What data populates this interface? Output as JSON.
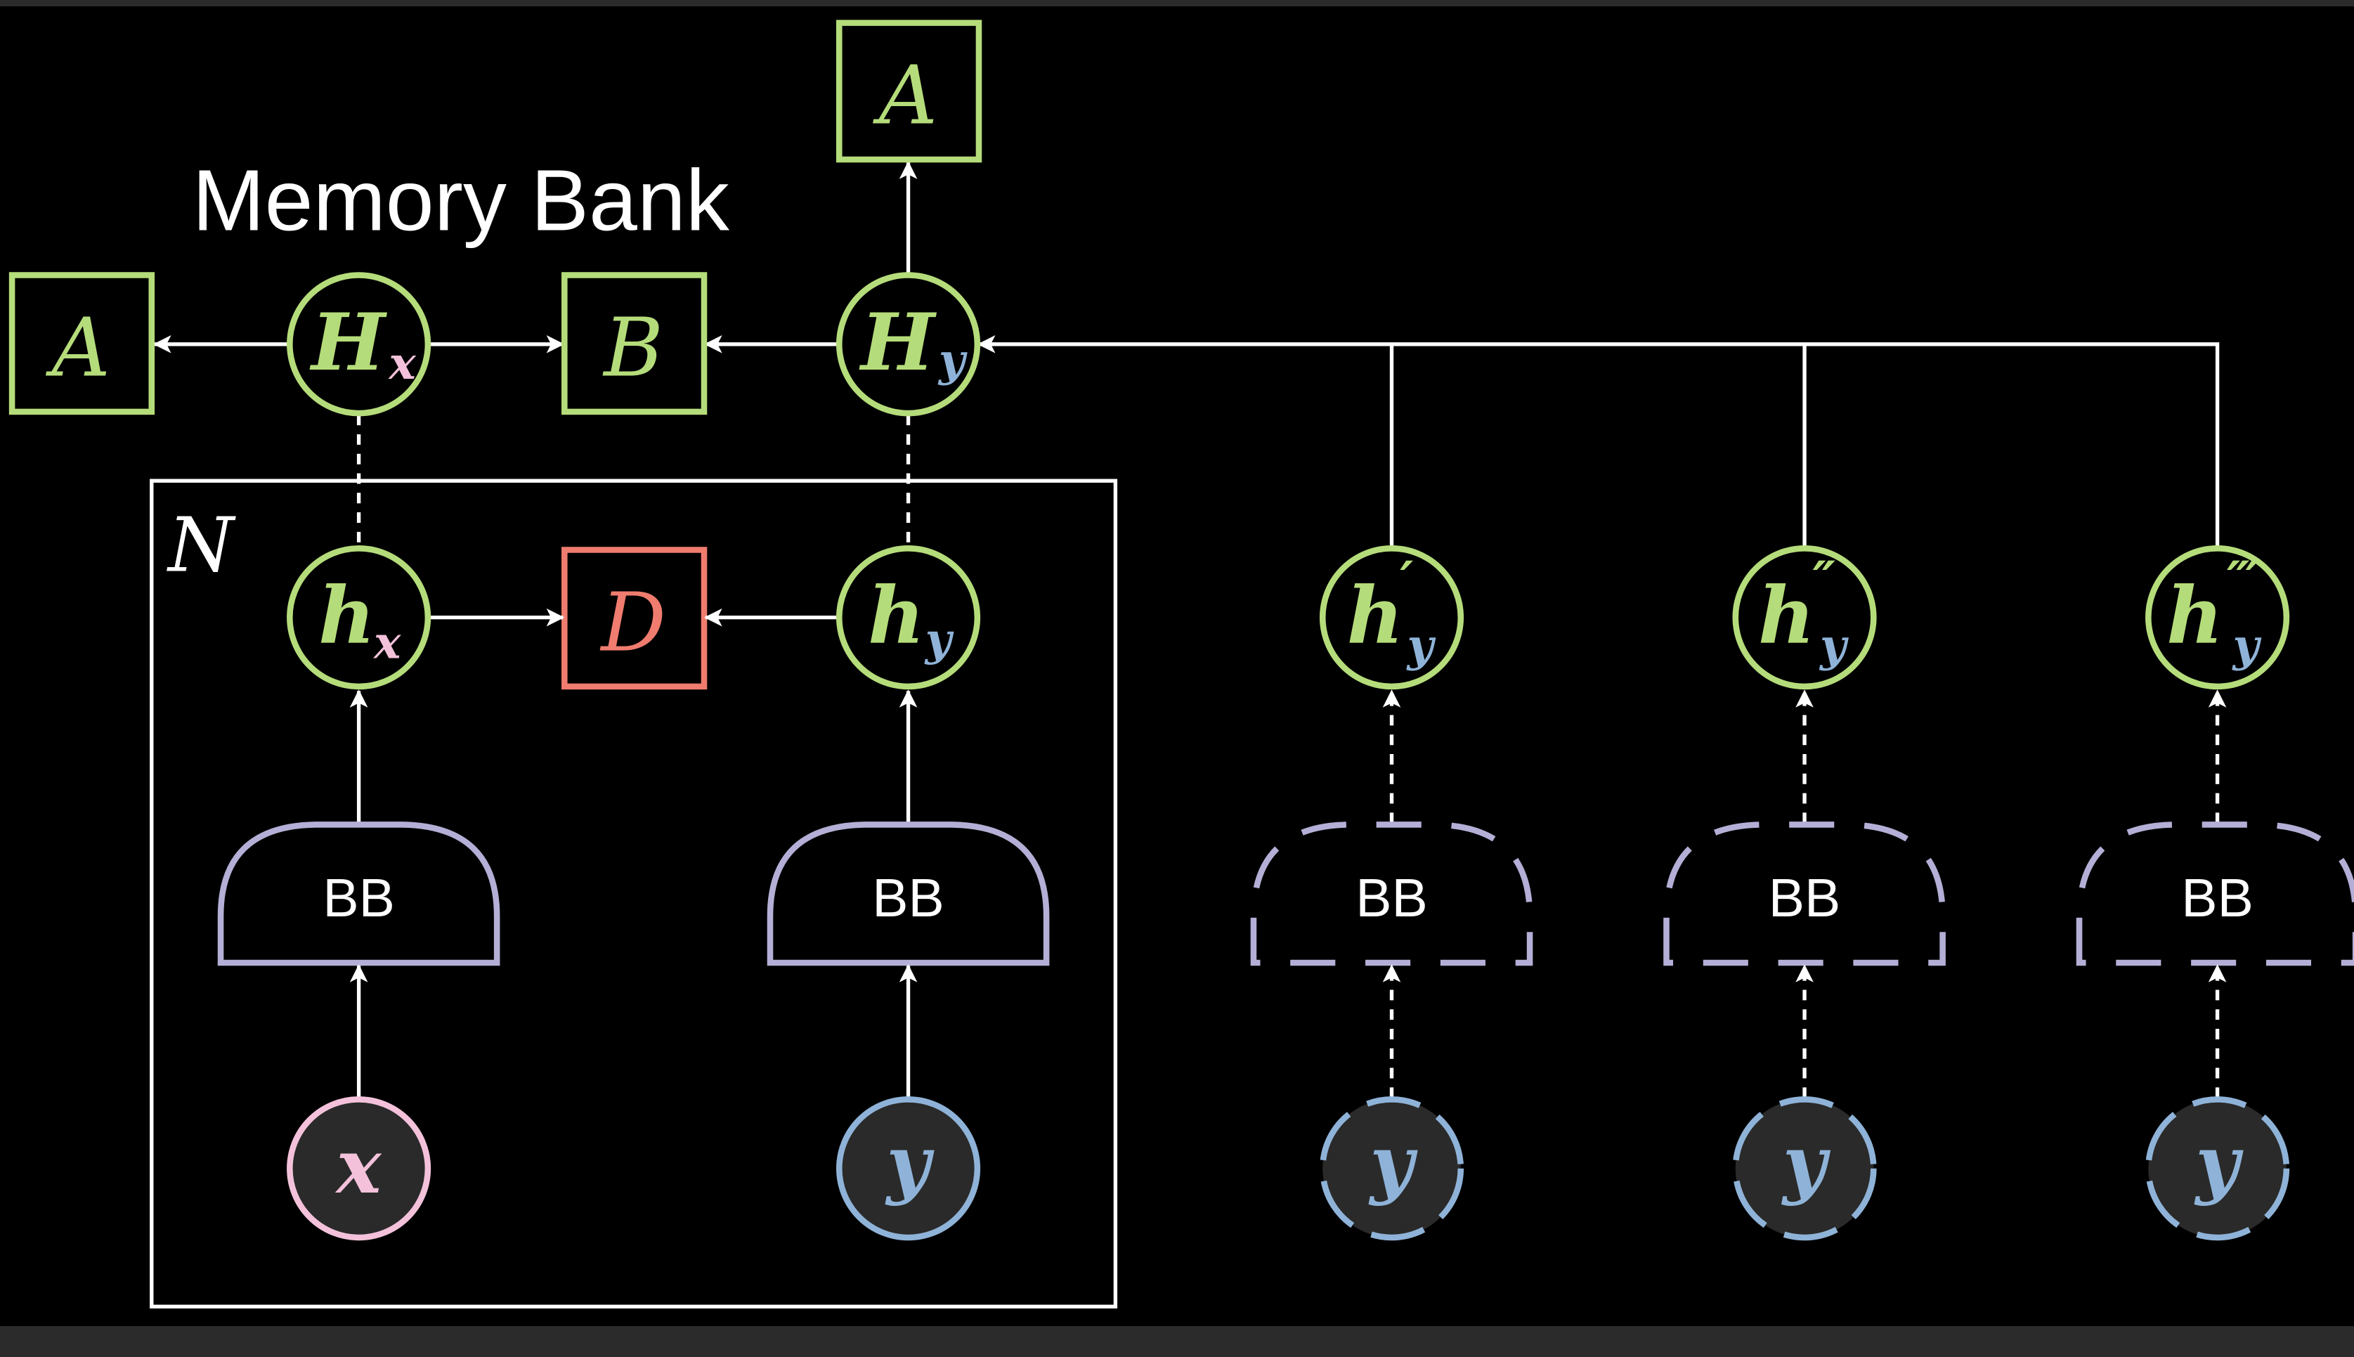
{
  "title": "Memory Bank",
  "plate_label": "N",
  "labels": {
    "A": "A",
    "B": "B",
    "D": "D",
    "H": "H",
    "h": "h",
    "x": "x",
    "y": "y",
    "prime1": "′",
    "prime2": "″",
    "prime3": "‴",
    "bb": "BB"
  },
  "colors": {
    "background": "#000000",
    "frame": "#2b2b2b",
    "green": "#b5dc7a",
    "pink": "#f3c2da",
    "blue": "#8fb3d8",
    "red": "#ef7c6e",
    "lavender": "#b3afd6",
    "white": "#ffffff",
    "node_fill_dark": "#2a2a2a"
  }
}
